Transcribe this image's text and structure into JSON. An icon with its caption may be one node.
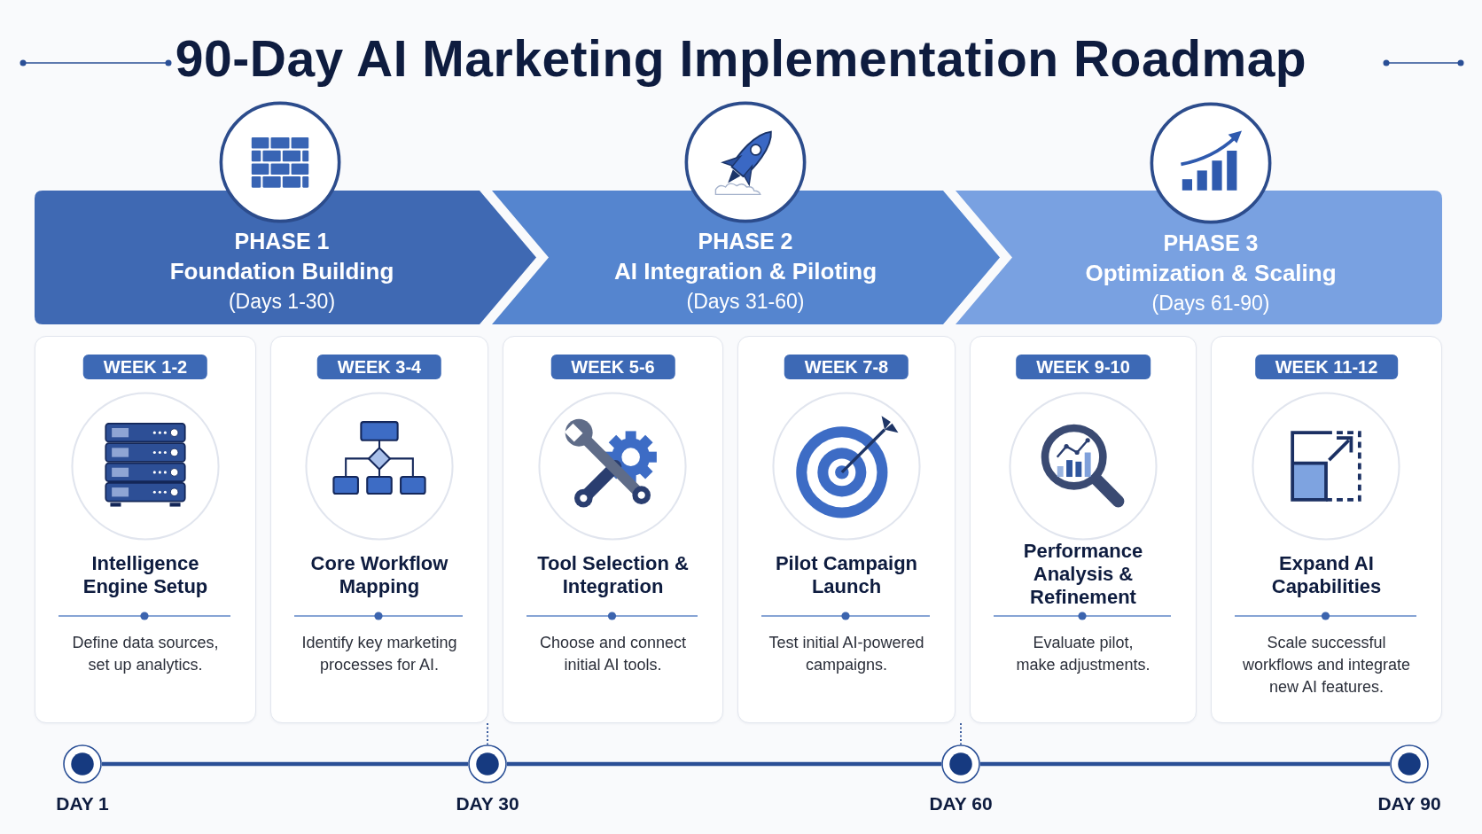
{
  "diagram": {
    "title": "90-Day AI Marketing Implementation Roadmap",
    "nodes": [
      {
        "text": [
          "PHASE 1",
          "Foundation Building",
          "(Days 1-30)"
        ]
      },
      {
        "text": [
          "PHASE 2",
          "AI Integration & Piloting",
          "(Days 31-60)"
        ]
      },
      {
        "text": [
          "PHASE 3",
          "Optimization & Scaling",
          "(Days 61-90)"
        ]
      },
      {
        "text": [
          "Intelligence Engine Setup",
          "Define data sources, set up analytics."
        ]
      },
      {
        "text": [
          "WEEK 1-2"
        ],
        "in": 3
      },
      {
        "text": [
          "Core Workflow Mapping",
          "Identify key marketing processes for AI."
        ]
      },
      {
        "text": [
          "WEEK 3-4"
        ],
        "in": 5
      },
      {
        "text": [
          "Tool Selection & Integration",
          "Choose and connect initial AI tools."
        ]
      },
      {
        "text": [
          "WEEK 5-6"
        ],
        "in": 7
      },
      {
        "text": [
          "Pilot Campaign Launch",
          "Test initial AI-powered campaigns."
        ]
      },
      {
        "text": [
          "WEEK 7-8"
        ],
        "in": 9
      },
      {
        "text": [
          "Performance Analysis & Refinement",
          "Evaluate pilot, make adjustments."
        ]
      },
      {
        "text": [
          "WEEK 9-10"
        ],
        "in": 11
      },
      {
        "text": [
          "Expand AI Capabilities",
          "Scale successful workflows and integrate new AI features."
        ]
      },
      {
        "text": [
          "WEEK 11-12"
        ],
        "in": 13
      },
      {
        "text": [],
        "shape": "circle",
        "beside": [
          "DAY 1"
        ]
      },
      {
        "text": [],
        "shape": "circle",
        "beside": [
          "DAY 30"
        ]
      },
      {
        "text": [],
        "shape": "circle",
        "beside": [
          "DAY 60"
        ]
      },
      {
        "text": [],
        "shape": "circle",
        "beside": [
          "DAY 90"
        ]
      }
    ],
    "edges": [
      {
        "from": 15,
        "to": 16,
        "arrow": "none"
      },
      {
        "from": 16,
        "to": 17,
        "arrow": "none"
      },
      {
        "from": 17,
        "to": 18,
        "arrow": "none"
      },
      {
        "from": 5,
        "to": 16,
        "arrow": "none",
        "style": "dashed"
      },
      {
        "from": 9,
        "to": 17,
        "arrow": "none",
        "style": "dashed"
      }
    ]
  }
}
